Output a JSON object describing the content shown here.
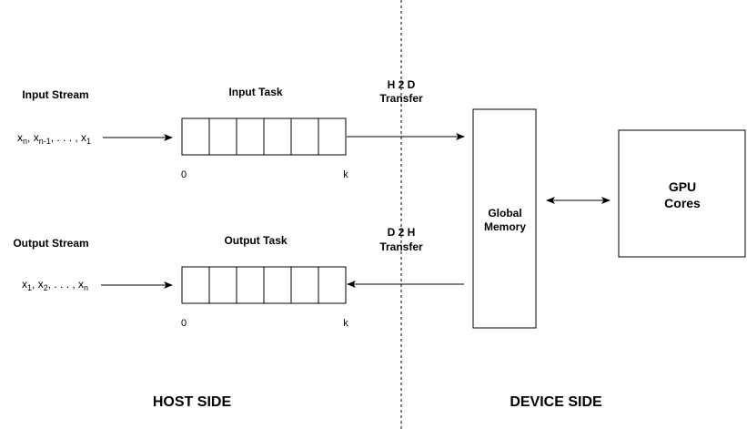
{
  "labels": {
    "input_stream": "Input Stream",
    "output_stream": "Output Stream",
    "input_task": "Input Task",
    "output_task": "Output Task",
    "h2d_line1": "H 2 D",
    "h2d_line2": "Transfer",
    "d2h_line1": "D 2 H",
    "d2h_line2": "Transfer",
    "global_memory_line1": "Global",
    "global_memory_line2": "Memory",
    "gpu_line1": "GPU",
    "gpu_line2": "Cores",
    "host_side": "HOST SIDE",
    "device_side": "DEVICE SIDE"
  },
  "input_sequence": {
    "x1": "x",
    "s1": "n",
    "sep1": ", ",
    "x2": "x",
    "s2": "n-1",
    "sep2": ", . . . , ",
    "x3": "x",
    "s3": "1"
  },
  "output_sequence": {
    "x1": "x",
    "s1": "1",
    "sep1": ", ",
    "x2": "x",
    "s2": "2",
    "sep2": ", . . . , ",
    "x3": "x",
    "s3": "n"
  },
  "buffer_ticks": {
    "input_start": "0",
    "input_end": "k",
    "output_start": "0",
    "output_end": "k"
  },
  "buffer_cells": 6
}
